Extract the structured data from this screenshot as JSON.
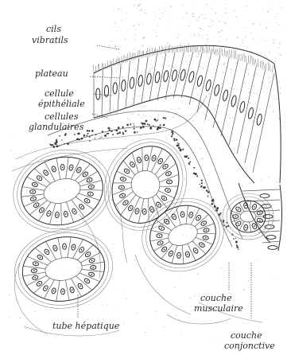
{
  "figure": {
    "labels": {
      "cils_1": "cils",
      "cils_2": "vibratils",
      "plateau": "plateau",
      "cellule_1": "cellule",
      "cellule_2": "épithéliale",
      "glandulaires_1": "cellules",
      "glandulaires_2": "glandulaires",
      "tube": "tube hépatique",
      "musculaire_1": "couche",
      "musculaire_2": "musculaire",
      "conjonctive_1": "couche",
      "conjonctive_2": "conjonctive"
    }
  }
}
